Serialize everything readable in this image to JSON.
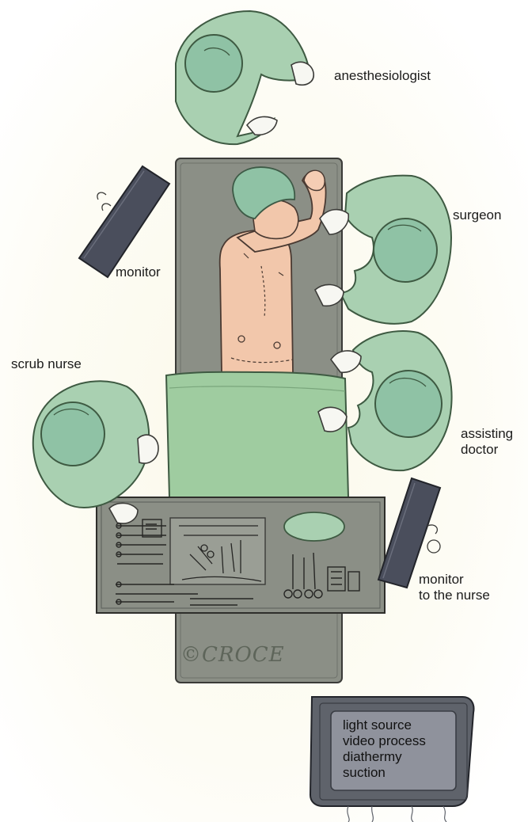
{
  "labels": {
    "anesthesiologist": "anesthesiologist",
    "surgeon": "surgeon",
    "monitor": "monitor",
    "scrub_nurse": "scrub nurse",
    "assisting_doctor_line1": "assisting",
    "assisting_doctor_line2": "doctor",
    "monitor_nurse_line1": "monitor",
    "monitor_nurse_line2": "to the nurse"
  },
  "cabinet": {
    "lines": [
      "light source",
      "video process",
      "diathermy",
      "suction"
    ]
  },
  "signature": "©CROCE",
  "colors": {
    "scrubs": "#a9d0b1",
    "scrub_shadow": "#88b694",
    "cap": "#8fc2a5",
    "drape": "#9fcca0",
    "table": "#8b8f86",
    "skin": "#f2c7ab",
    "monitor": "#4a4e5c",
    "cabinet": "#5f636b",
    "cabinet_screen": "#8f929c"
  }
}
